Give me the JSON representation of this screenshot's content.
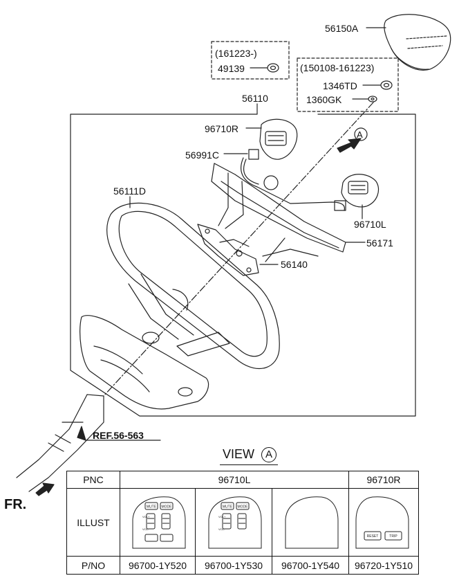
{
  "callouts": {
    "airbag": "56150A",
    "grp1_range": "(161223-)",
    "grp1_part": "49139",
    "grp2_range": "(150108-161223)",
    "grp2_part_a": "1346TD",
    "grp2_part_b": "1360GK",
    "assy": "56110",
    "switch_r": "96710R",
    "bracket": "56991C",
    "wheel": "56111D",
    "switch_l": "96710L",
    "cover": "56171",
    "damper": "56140",
    "view_marker": "A",
    "ref": "REF.56-563",
    "front": "FR."
  },
  "view": {
    "title": "VIEW",
    "marker": "A"
  },
  "table": {
    "row_labels": {
      "pnc": "PNC",
      "illust": "ILLUST",
      "pno": "P/NO"
    },
    "pnc_groups": [
      "96710L",
      "96710R"
    ],
    "parts": [
      "96700-1Y520",
      "96700-1Y530",
      "96700-1Y540",
      "96720-1Y510"
    ],
    "button_labels": {
      "mute": "MUTE",
      "mode": "MODE",
      "vol_up": "VOL+",
      "vol_down": "VOL-",
      "reset": "RESET",
      "trip": "TRIP"
    }
  }
}
